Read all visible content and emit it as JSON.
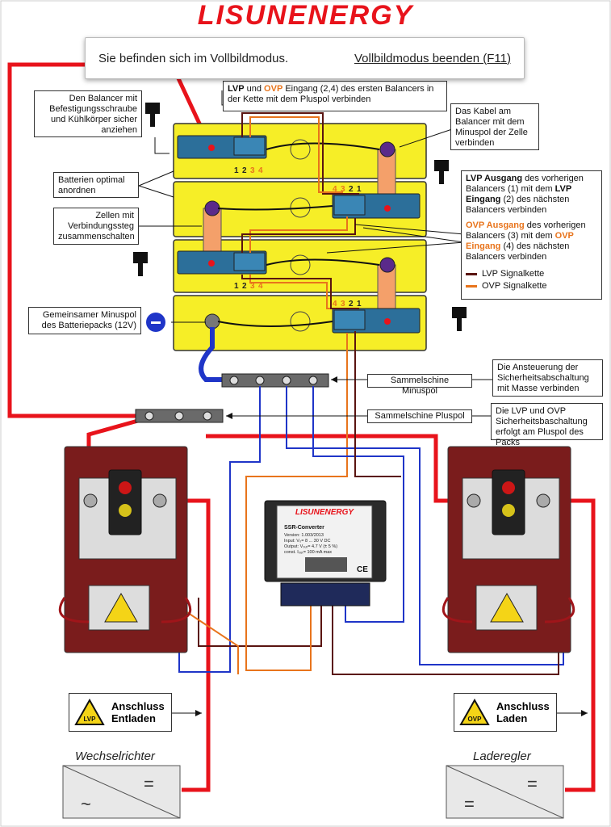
{
  "brand": "LISUNENERGY",
  "fullscreen": {
    "message": "Sie befinden sich im Vollbildmodus.",
    "exit_label": "Vollbildmodus beenden (F11)"
  },
  "notes": {
    "lvp_ovp_in": {
      "lvp": "LVP",
      "und": " und ",
      "ovp": "OVP",
      "rest": " Eingang (2,4) des ersten Balancers in der Kette mit dem Pluspol verbinden"
    },
    "balancer_mount": "Den Balancer mit Befestigungsschraube und Kühlkörper sicher anziehen",
    "cable_minus": "Das Kabel am Balancer mit dem Minuspol der Zelle verbinden",
    "arrange": "Batterien optimal anordnen",
    "cells_series": "Zellen mit Verbindungssteg zusammenschalten",
    "lvp_out": {
      "a": "LVP Ausgang",
      "b": " des vorherigen Balancers (1) mit dem ",
      "c": "LVP Eingang",
      "d": " (2) des nächsten Balancers verbinden"
    },
    "ovp_out": {
      "a": "OVP Ausgang",
      "b": " des vorherigen Balancers (3) mit dem ",
      "c": "OVP Eingang",
      "d": " (4) des nächsten Balancers verbinden"
    },
    "lvp_chain": "LVP Signalkette",
    "ovp_chain": "OVP Signalkette",
    "common_minus": "Gemeinsamer Minuspol des Batteriepacks (12V)",
    "safety_ground": "Die Ansteuerung der Sicherheitsabschaltung mit Masse verbinden",
    "busbar_minus": "Sammelschine Minuspol",
    "busbar_plus": "Sammelschine Pluspol",
    "safety_plus": "Die LVP und OVP Sicherheitsbaschaltung erfolgt am Pluspol des Packs"
  },
  "balancer_pins_a": [
    "1",
    "2",
    "3",
    "4"
  ],
  "balancer_pins_b": [
    "4",
    "3",
    "2",
    "1"
  ],
  "converter": {
    "brand": "LISUNENERGY",
    "title": "SSR-Converter",
    "lines": [
      "Version: 1.003/2013",
      "Input: V₀= 8 ... 30 V DC",
      "Output: V₀ᵤₜ= 4.7 V (± 5 %)",
      "const. I₀ᵤₜ= 100 mA max"
    ]
  },
  "connections": {
    "discharge": {
      "line1": "Anschluss",
      "line2": "Entladen",
      "badge": "LVP"
    },
    "charge": {
      "line1": "Anschluss",
      "line2": "Laden",
      "badge": "OVP"
    }
  },
  "inverter_caption": "Wechselrichter",
  "charger_caption": "Laderegler",
  "colors": {
    "red": "#e8131b",
    "blue": "#1f35c8",
    "orange": "#e8741c",
    "darkred": "#5a1410",
    "yellow": "#f6ee27"
  }
}
